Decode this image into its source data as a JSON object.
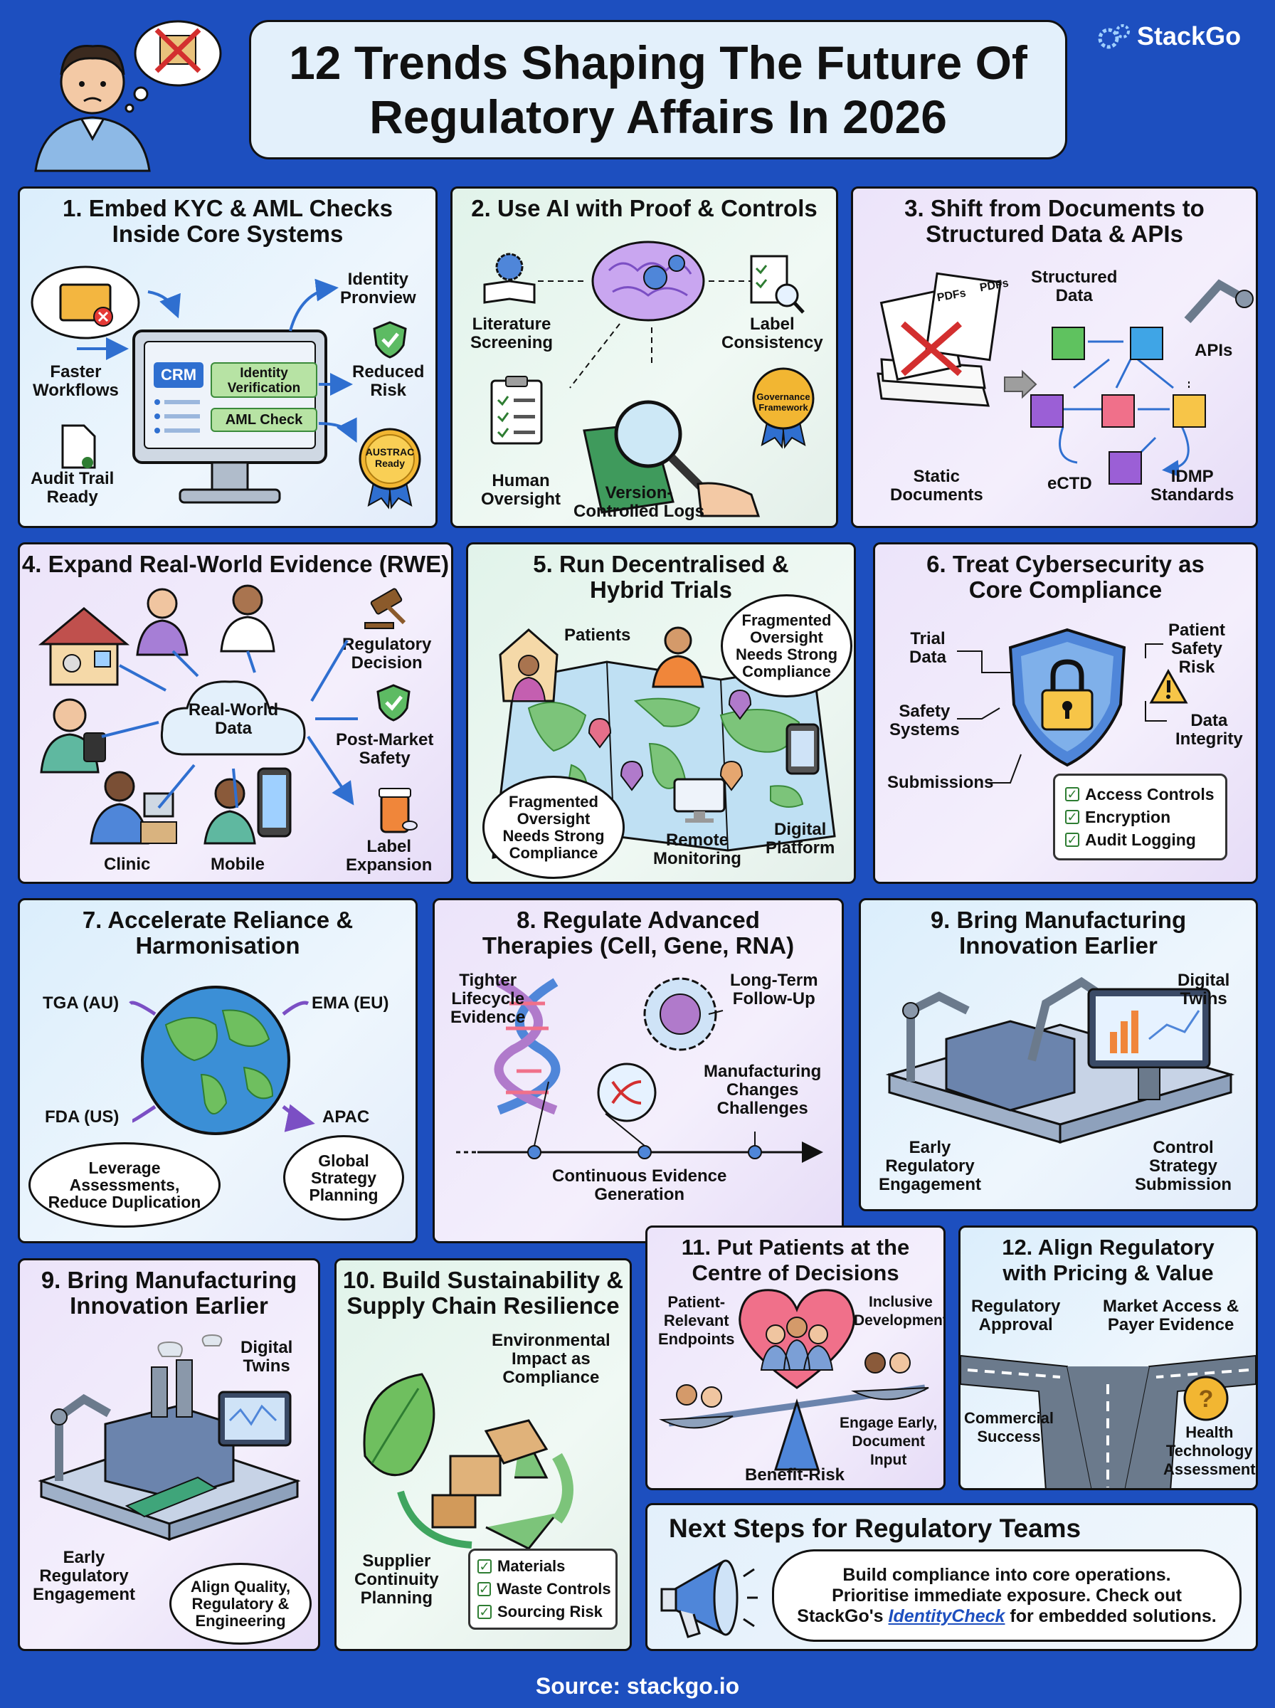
{
  "header": {
    "title_line1": "12 Trends Shaping The Future Of",
    "title_line2": "Regulatory Affairs In 2026",
    "brand": "StackGo"
  },
  "panels": {
    "p1": {
      "title": "1. Embed KYC & AML Checks\nInside Core Systems",
      "labels": [
        "Identity\nPronview",
        "Faster\nWorkflows",
        "Reduced\nRisk",
        "Audit Trail\nReady"
      ],
      "crm": "CRM",
      "idv": "Identity\nVerification",
      "aml": "AML Check",
      "seal": "AUSTRAC\nReady"
    },
    "p2": {
      "title": "2. Use AI with Proof & Controls",
      "labels": [
        "Literature\nScreening",
        "Label\nConsistency",
        "Human\nOversight",
        "Version-\nControlled Logs"
      ],
      "seal": "Governance\nFramework"
    },
    "p3": {
      "title": "3. Shift from Documents to\nStructured Data & APIs",
      "labels": [
        "Structured\nData",
        "APIs",
        "Static\nDocuments",
        "eCTD",
        "IDMP\nStandards"
      ],
      "pdf": "PDFs"
    },
    "p4": {
      "title": "4. Expand Real-World Evidence (RWE)",
      "cloud": "Real-World\nData",
      "labels": [
        "Regulatory\nDecision",
        "Post-Market\nSafety",
        "Label\nExpansion",
        "Clinic",
        "Mobile"
      ]
    },
    "p5": {
      "title": "5. Run Decentralised &\nHybrid Trials",
      "labels": [
        "Patients",
        "Remote\nMonitoring",
        "Digital\nPlatform"
      ],
      "bubble_top": "Fragmented\nOversight\nNeeds Strong\nCompliance",
      "bubble_bottom": "Fragmented\nOversight\nNeeds Strong\nCompliance"
    },
    "p6": {
      "title": "6. Treat Cybersecurity as\nCore Compliance",
      "labels": [
        "Trial\nData",
        "Patient\nSafety\nRisk",
        "Safety\nSystems",
        "Data\nIntegrity",
        "Submissions"
      ],
      "checks": [
        "Access Controls",
        "Encryption",
        "Audit Logging"
      ]
    },
    "p7": {
      "title": "7. Accelerate Reliance &\nHarmonisation",
      "labels": [
        "TGA (AU)",
        "EMA (EU)",
        "FDA (US)",
        "APAC"
      ],
      "bubble_left": "Leverage\nAssessments,\nReduce Duplication",
      "bubble_right": "Global\nStrategy\nPlanning"
    },
    "p8": {
      "title": "8. Regulate Advanced\nTherapies (Cell, Gene, RNA)",
      "labels": [
        "Tighter\nLifecycle\nEvidence",
        "Long-Term\nFollow-Up",
        "Manufacturing\nChanges\nChallenges",
        "Continuous Evidence\nGeneration"
      ]
    },
    "p9a": {
      "title": "9. Bring Manufacturing\nInnovation Earlier",
      "labels": [
        "Digital\nTwins",
        "Early\nRegulatory\nEngagement",
        "Control\nStrategy\nSubmission"
      ]
    },
    "p9b": {
      "title": "9. Bring Manufacturing\nInnovation Earlier",
      "labels": [
        "Digital\nTwins",
        "Early\nRegulatory\nEngagement"
      ],
      "bubble": "Align Quality,\nRegulatory &\nEngineering"
    },
    "p10": {
      "title": "10. Build Sustainability &\nSupply Chain Resilience",
      "labels": [
        "Environmental\nImpact as\nCompliance",
        "Supplier\nContinuity\nPlanning"
      ],
      "checks": [
        "Materials",
        "Waste Controls",
        "Sourcing Risk"
      ]
    },
    "p11": {
      "title": "11. Put Patients at the\nCentre of Decisions",
      "labels": [
        "Patient-\nRelevant\nEndpoints",
        "Inclusive\nDevelopment",
        "Engage Early,\nDocument\nInput",
        "Benefit-Risk"
      ]
    },
    "p12": {
      "title": "12. Align Regulatory\nwith Pricing & Value",
      "labels": [
        "Regulatory\nApproval",
        "Market Access &\nPayer Evidence",
        "Commercial\nSuccess",
        "Health\nTechnology\nAssessment"
      ]
    },
    "next": {
      "title": "Next Steps for Regulatory Teams",
      "line1": "Build compliance into core operations.",
      "line2": "Prioritise immediate exposure. Check out",
      "line3_pre": "StackGo's ",
      "line3_link": "IdentityCheck",
      "line3_post": " for embedded solutions."
    }
  },
  "footer": {
    "source": "Source: stackgo.io"
  },
  "colors": {
    "header_blue": "#1d4fbf",
    "footer_blue": "#1d4fbf",
    "link_blue": "#1d4fbf"
  }
}
